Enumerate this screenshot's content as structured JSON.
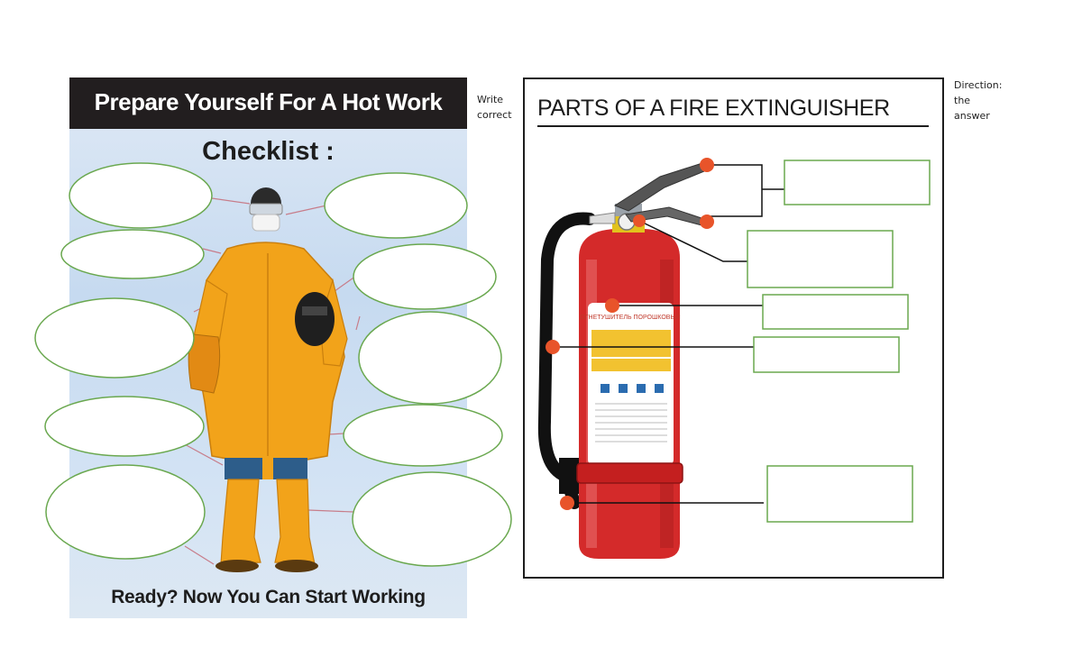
{
  "left_poster": {
    "title": "Prepare Yourself For A Hot Work",
    "subtitle": "Checklist :",
    "footer": "Ready? Now You Can Start Working"
  },
  "notes": {
    "write_line1": "Write",
    "write_line2": "correct",
    "direction_line1": "Direction:",
    "direction_line2": "the",
    "direction_line3": "answer"
  },
  "right_panel": {
    "title": "PARTS OF A FIRE EXTINGUISHER",
    "extinguisher_label": "ОГНЕТУШИТЕЛЬ ПОРОШКОВЫЙ"
  },
  "colors": {
    "ellipse_border": "#6aa84f",
    "box_border": "#6aa84f",
    "marker": "#e8542a",
    "suit": "#f2a31a",
    "cylinder": "#d42a2a"
  }
}
